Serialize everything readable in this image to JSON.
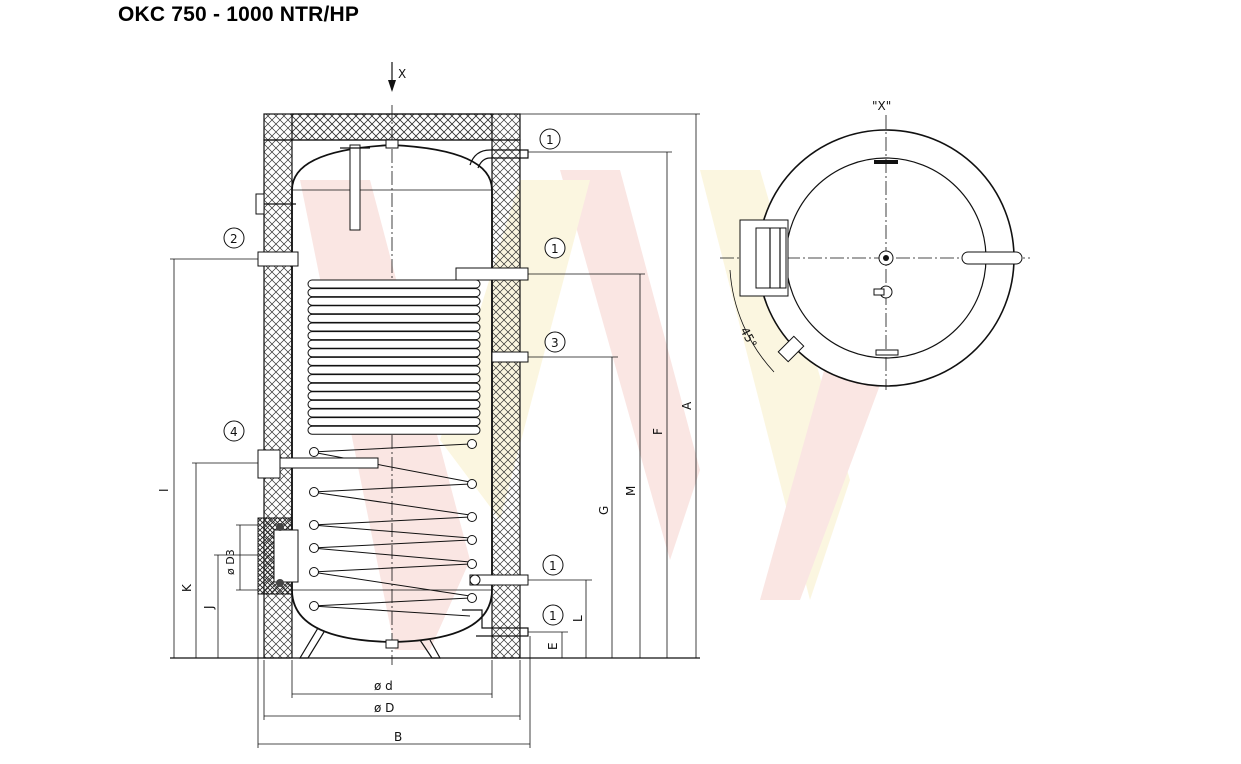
{
  "title": "OKC 750 - 1000 NTR/HP",
  "view_marker": "X",
  "side_view_label": "\"X\"",
  "angle_label": "45°",
  "callouts": [
    "1",
    "2",
    "1",
    "3",
    "4",
    "1",
    "1"
  ],
  "dimensions": {
    "A": "A",
    "F": "F",
    "M": "M",
    "G": "G",
    "L": "L",
    "E": "E",
    "I": "I",
    "K": "K",
    "J": "J",
    "D3": "ø D3",
    "d": "ø d",
    "D": "ø D",
    "B": "B"
  },
  "watermark_color": "#f4c8c0",
  "watermark_color2": "#f8f0c0"
}
